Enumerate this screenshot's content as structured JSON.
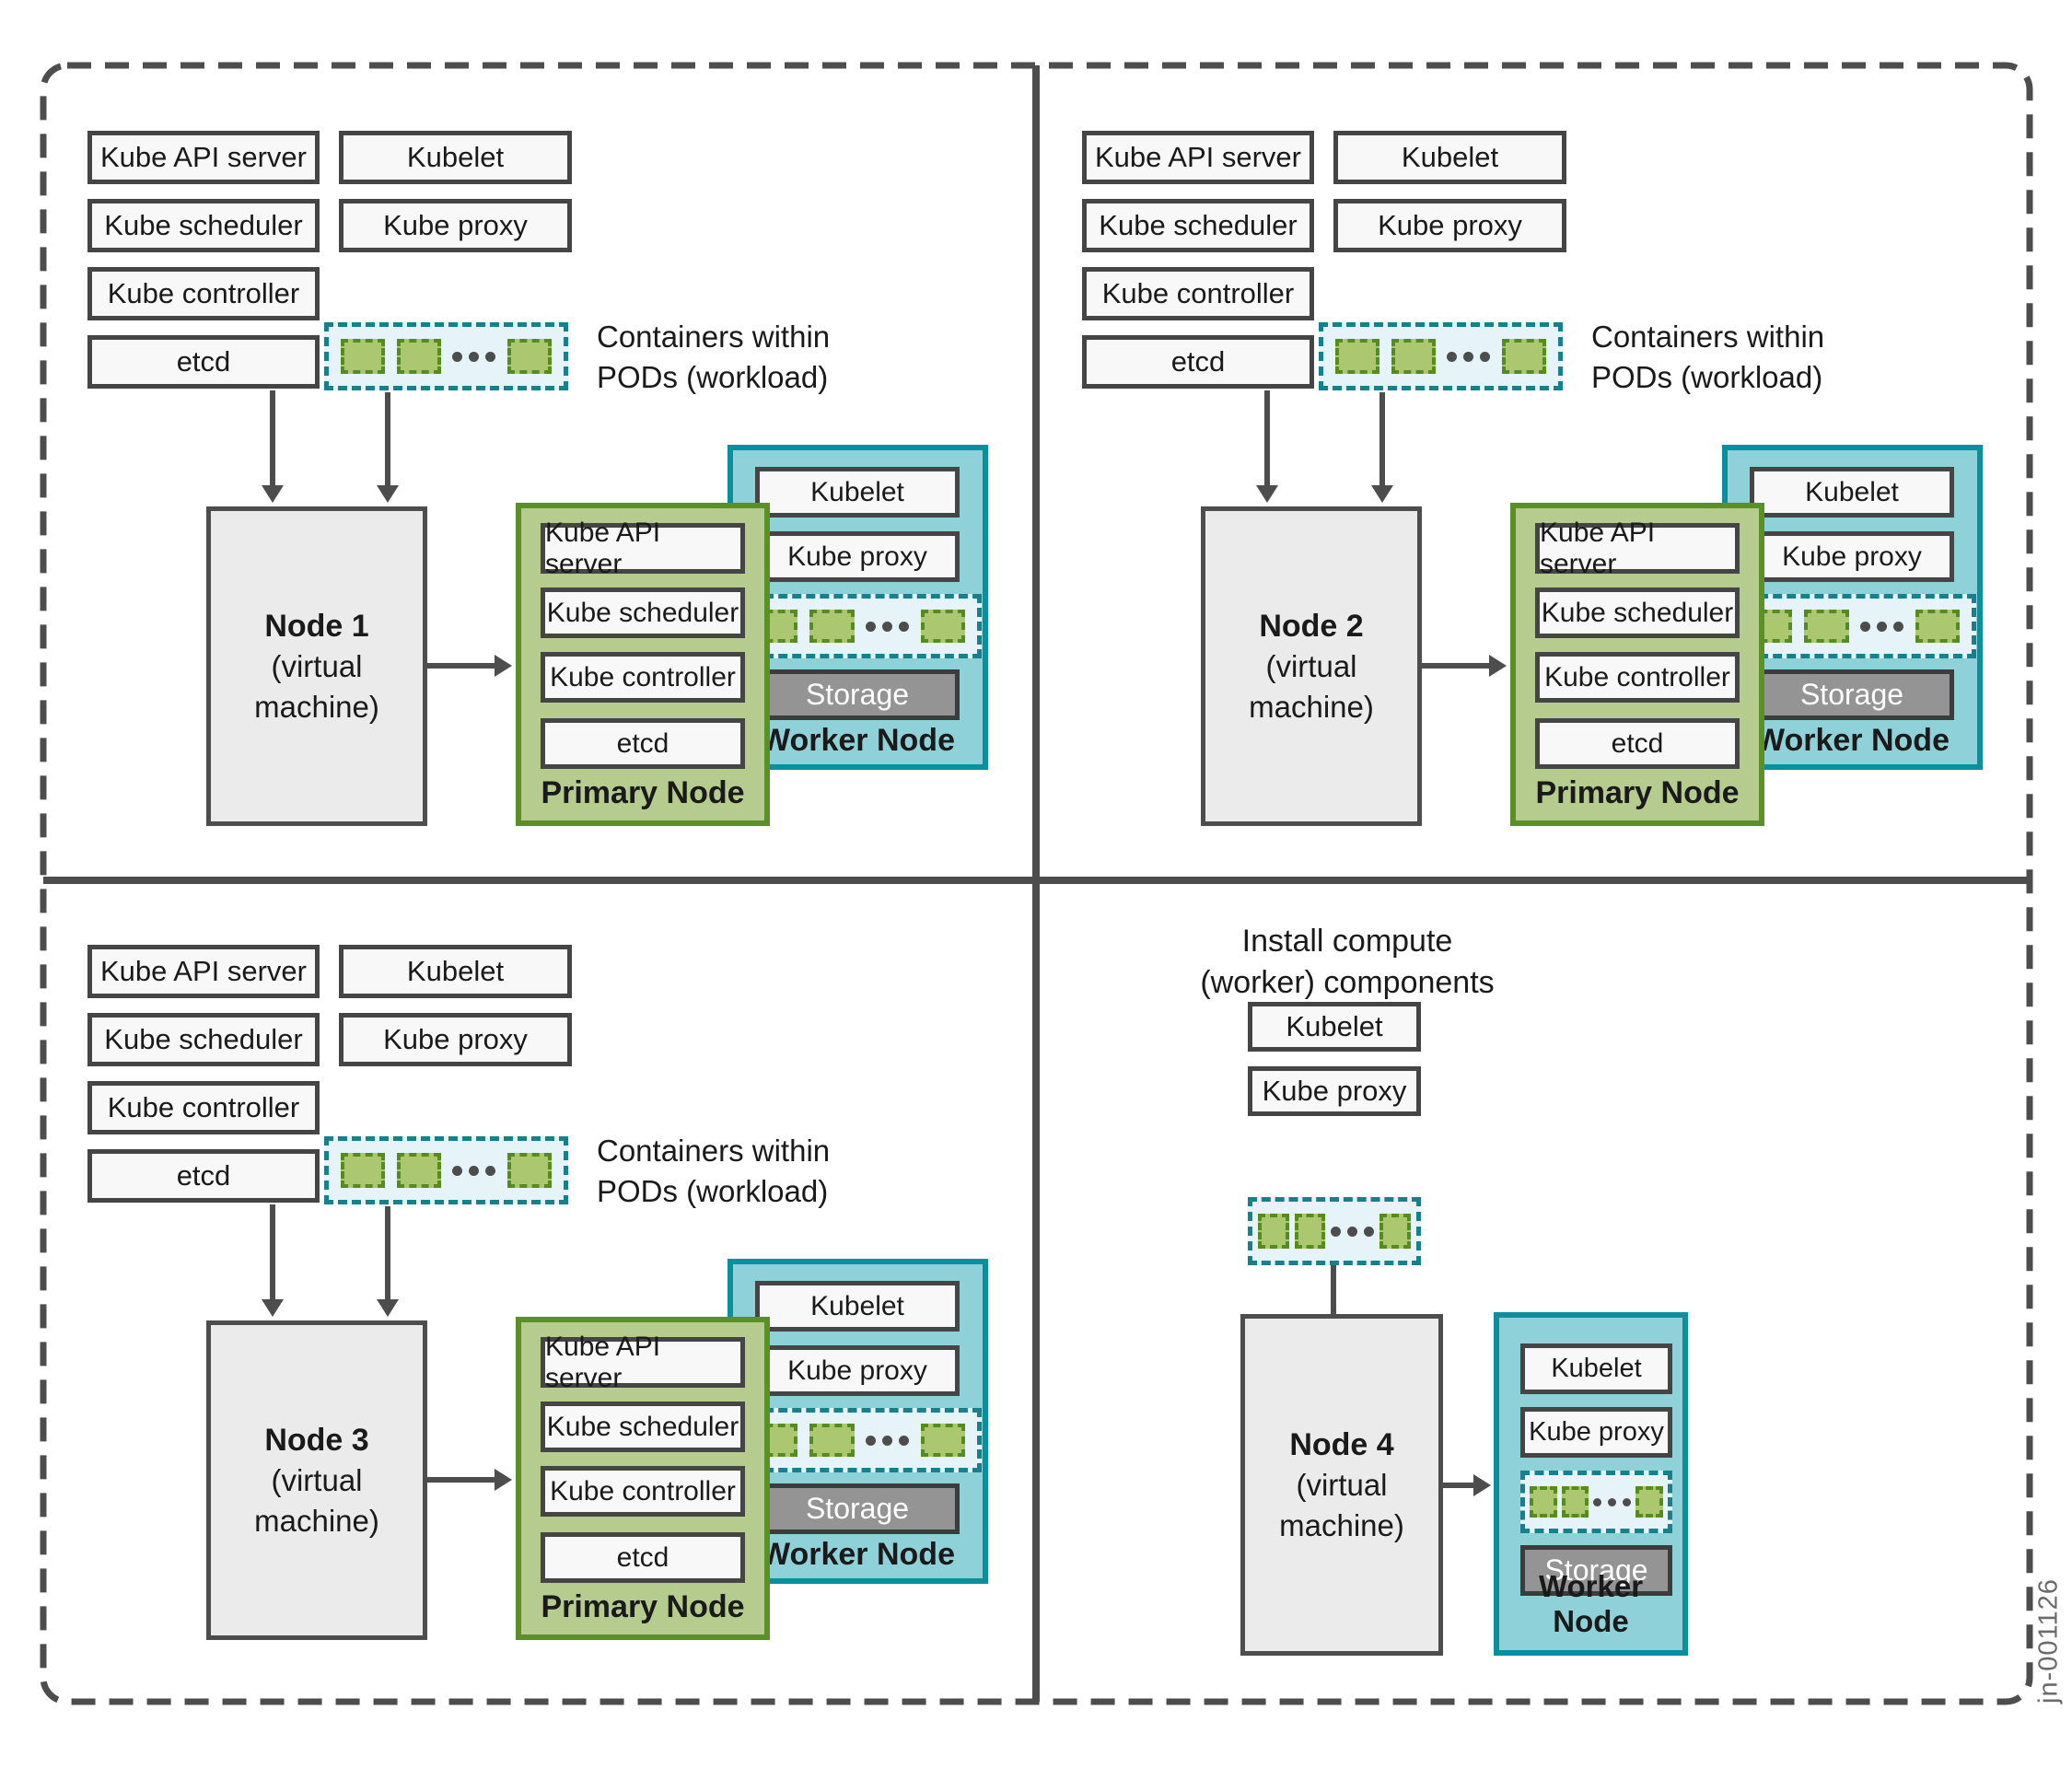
{
  "figure": {
    "code": "jn-001126"
  },
  "colors": {
    "outline": "#4d4d4d",
    "box-fill": "#f8f8f8",
    "box-border": "#454545",
    "node-fill": "#ebebeb",
    "primary-fill": "#b6cb8e",
    "primary-border": "#5a9027",
    "worker-fill": "#8ed1d9",
    "worker-border": "#0a8f9c",
    "strip-fill": "#e6f3f8",
    "strip-border": "#17808d",
    "pod-fill": "#abc871",
    "pod-border": "#568c1e",
    "storage-fill": "#949494",
    "storage-border": "#3c3c3c",
    "storage-text": "#ffffff",
    "code-text": "#6b6b6b"
  },
  "shared": {
    "control_plane_components": [
      "Kube API server",
      "Kube scheduler",
      "Kube controller",
      "etcd"
    ],
    "worker_components": [
      "Kubelet",
      "Kube proxy"
    ],
    "containers_caption_line1": "Containers within",
    "containers_caption_line2": "PODs (workload)",
    "node_subtitle": "(virtual machine)",
    "primary_node_label": "Primary Node",
    "worker_node_label": "Worker Node",
    "storage_label": "Storage"
  },
  "quadrants": [
    {
      "node_name": "Node 1"
    },
    {
      "node_name": "Node 2"
    },
    {
      "node_name": "Node 3"
    },
    {
      "node_name": "Node 4",
      "header_line1": "Install compute",
      "header_line2": "(worker) components"
    }
  ]
}
